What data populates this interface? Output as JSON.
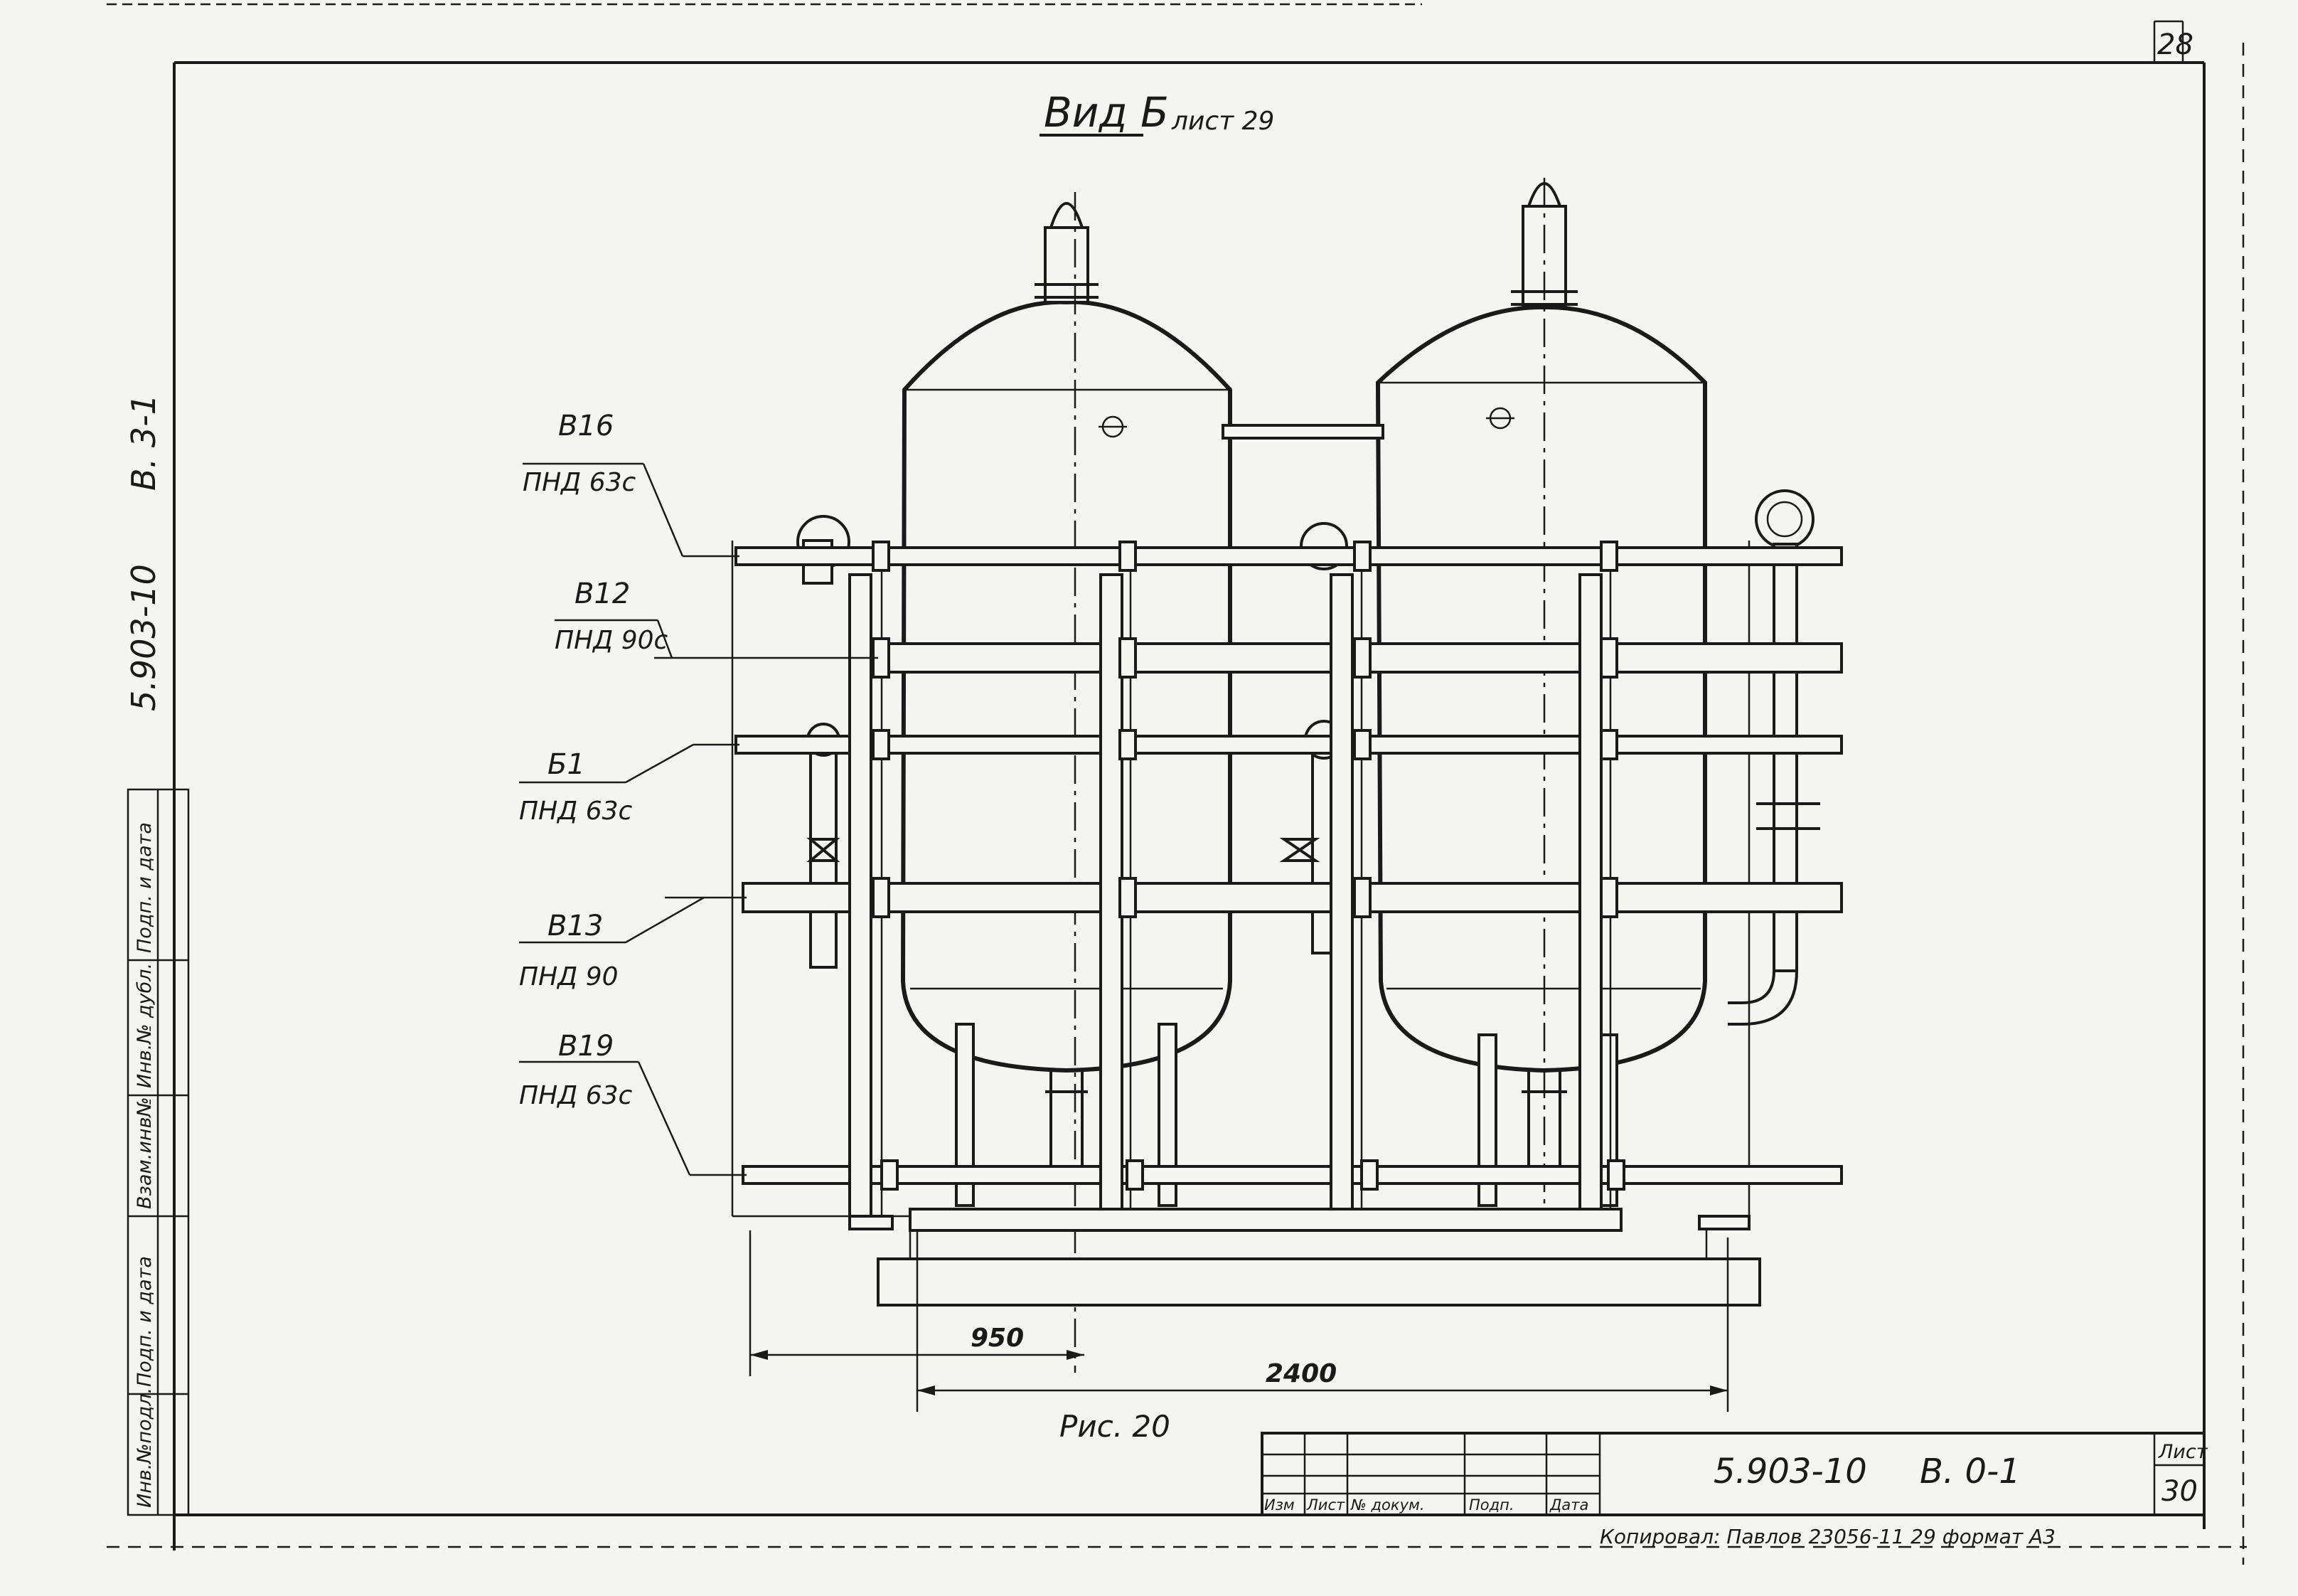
{
  "sheet": {
    "top_corner_number": "28",
    "view_title": "Вид Б",
    "view_ref": "лист 29",
    "figure_caption": "Рис. 20",
    "left_code_1": "5.903-10",
    "left_code_2": "В. 3-1"
  },
  "pipe_labels": [
    {
      "code": "В16",
      "spec": "ПНД 63с"
    },
    {
      "code": "В12",
      "spec": "ПНД 90с"
    },
    {
      "code": "Б1",
      "spec": "ПНД 63с"
    },
    {
      "code": "В13",
      "spec": "ПНД 90"
    },
    {
      "code": "В19",
      "spec": "ПНД 63с"
    }
  ],
  "dimensions": {
    "d1": "950",
    "d2": "2400"
  },
  "side_stamp": [
    "Инв.№подл.",
    "Подп. и дата",
    "Взам.инв№",
    "Инв.№ дубл.",
    "Подп. и дата"
  ],
  "title_block": {
    "col_headers": [
      "Изм",
      "Лист",
      "№ докум.",
      "Подп.",
      "Дата"
    ],
    "doc_code": "5.903-10",
    "doc_section": "В. 0-1",
    "sheet_label": "Лист",
    "sheet_number": "30",
    "copy_line": "Копировал: Павлов 23056-11   29   формат А3"
  }
}
